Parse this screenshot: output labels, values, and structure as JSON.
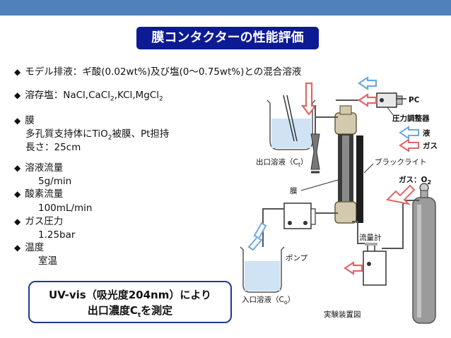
{
  "title": "膜コンタクターの性能評価",
  "bullet_symbol": "◆",
  "bullets": {
    "waste": "モデル排液：ギ酸(0.02wt%)及び塩(0〜0.75wt%)との混合溶液",
    "salt_prefix": "溶存塩：NaCl,CaCl",
    "salt_sub1": "2",
    "salt_mid": ",KCl,MgCl",
    "salt_sub2": "2",
    "membrane": "膜",
    "membrane_detail_a": "多孔質支持体にTiO",
    "membrane_detail_sub": "2",
    "membrane_detail_b": "被膜、Pt担持",
    "membrane_length": "長さ：25cm",
    "flow_label": "溶液流量",
    "flow_value": "5g/min",
    "oxygen_label": "酸素流量",
    "oxygen_value": "100mL/min",
    "gas_pressure_label": "ガス圧力",
    "gas_pressure_value": "1.25bar",
    "temp_label": "温度",
    "temp_value": "室温"
  },
  "uv_box": {
    "line1": "UV-vis（吸光度204nm）により",
    "line2_prefix": "出口濃度C",
    "line2_sub": "t",
    "line2_suffix": "を測定"
  },
  "diagram": {
    "pc": "PC",
    "pressure_regulator": "圧力調整器",
    "legend_liquid": "液",
    "legend_gas": "ガス",
    "outlet_solution": "出口溶液（C",
    "outlet_sub": "t",
    "outlet_close": "）",
    "black_light": "ブラックライト",
    "gas_o2": "ガス：O",
    "gas_o2_sub": "2",
    "membrane": "膜",
    "flow_meter": "流量計",
    "pump": "ポンプ",
    "inlet_solution": "入口溶液（C",
    "inlet_sub": "o",
    "inlet_close": "）",
    "caption": "実験装置図"
  },
  "colors": {
    "topbar": "#4f81bd",
    "title_bg": "#0c1a93",
    "liquid_arrow": "#6fa8dc",
    "gas_arrow": "#e06666",
    "uv_border": "#1f3c88"
  }
}
